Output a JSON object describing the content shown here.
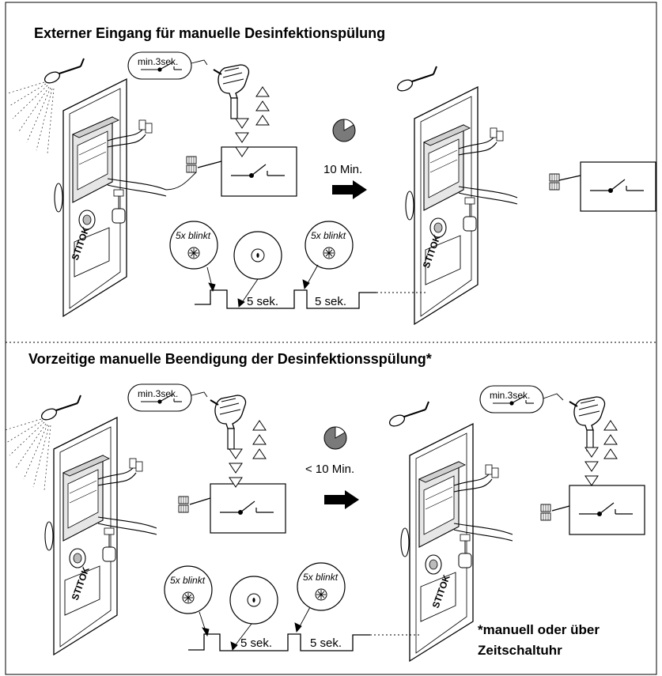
{
  "sections": [
    {
      "title": "Externer Eingang für manuelle Desinfektionspülung",
      "bubble_label": "min.3sek.",
      "duration_label": "10 Min.",
      "blink_label_1": "5x blinkt",
      "blink_label_2": "5x blinkt",
      "pulse_label_1": "5 sek.",
      "pulse_label_2": "5 sek.",
      "device_brand": "STITOK",
      "device_brand_right": "STITOK"
    },
    {
      "title": "Vorzeitige manuelle Beendigung der Desinfektionsspülung*",
      "bubble_label_left": "min.3sek.",
      "bubble_label_right": "min.3sek.",
      "duration_label": "< 10 Min.",
      "blink_label_1": "5x blinkt",
      "blink_label_2": "5x blinkt",
      "pulse_label_1": "5 sek.",
      "pulse_label_2": "5 sek.",
      "device_brand": "STITOK",
      "device_brand_right": "STITOK"
    }
  ],
  "footnote_line1": "*manuell oder über",
  "footnote_line2": "Zeitschaltuhr"
}
